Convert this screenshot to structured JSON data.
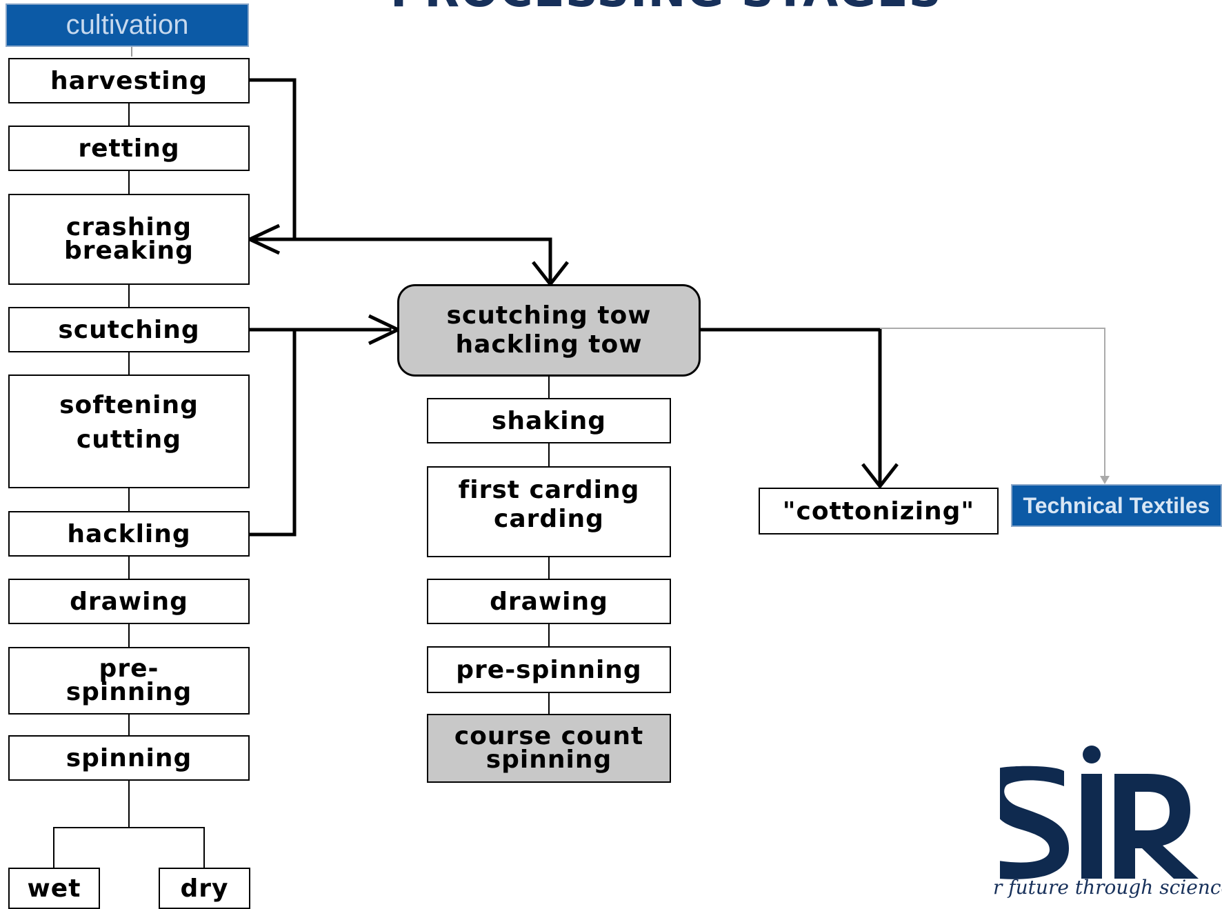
{
  "title": "PROCESSING STAGES",
  "tags": {
    "cultivation": "cultivation",
    "technical_textiles": "Technical Textiles"
  },
  "main_chain": {
    "harvesting": "harvesting",
    "retting": "retting",
    "crashing_breaking": "crashing\nbreaking",
    "scutching": "scutching",
    "softening_cutting": "softening\ncutting",
    "hackling": "hackling",
    "drawing": "drawing",
    "pre_spinning": "pre-\nspinning",
    "spinning": "spinning",
    "wet": "wet",
    "dry": "dry"
  },
  "tow_chain": {
    "tow": "scutching tow\nhackling tow",
    "shaking": "shaking",
    "first_carding": "first carding\ncarding",
    "drawing": "drawing",
    "pre_spinning": "pre-spinning",
    "course_count": "course count\nspinning"
  },
  "cottonizing": "\"cottonizing\"",
  "logo": {
    "text": "SIR",
    "tagline": "r future through science"
  },
  "colors": {
    "tag_blue": "#0c5aa6",
    "tow_gray": "#c8c8c8",
    "title_navy": "#17305a",
    "logo_navy": "#0f2a4f",
    "thin_arrow_gray": "#aaaaaa"
  }
}
